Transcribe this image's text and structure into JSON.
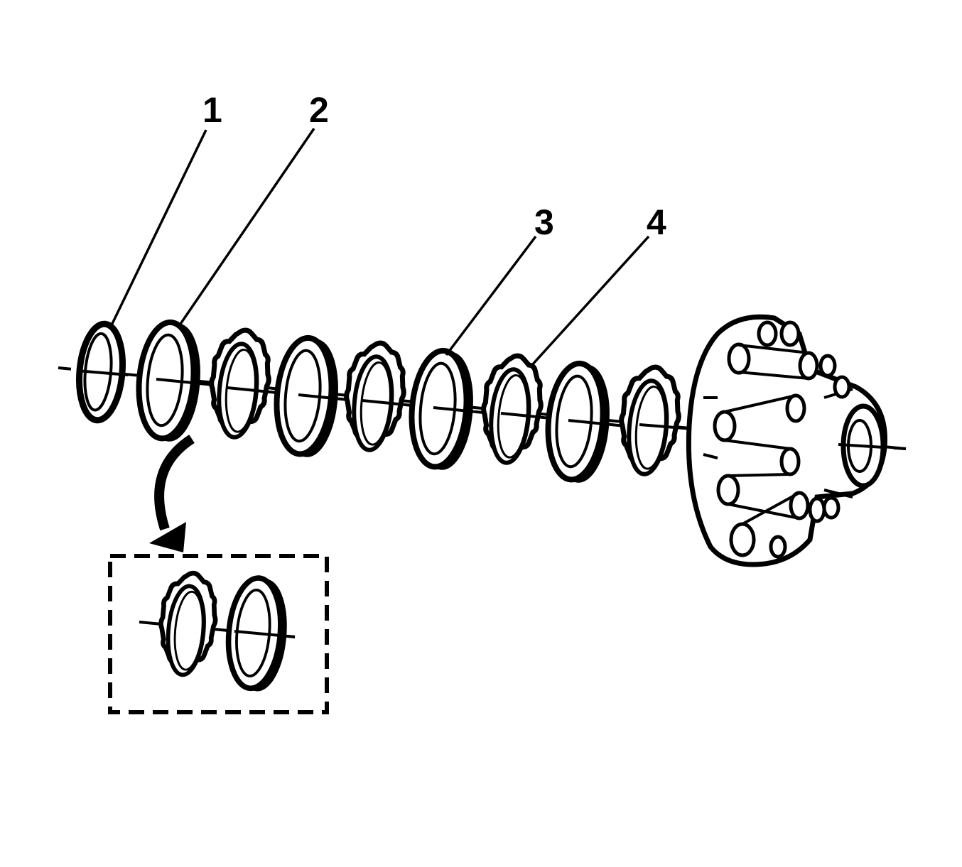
{
  "callouts": [
    {
      "id": 1,
      "label": "1"
    },
    {
      "id": 2,
      "label": "2"
    },
    {
      "id": 3,
      "label": "3"
    },
    {
      "id": 4,
      "label": "4"
    }
  ],
  "colors": {
    "ink": "#000000",
    "paper": "#ffffff"
  }
}
